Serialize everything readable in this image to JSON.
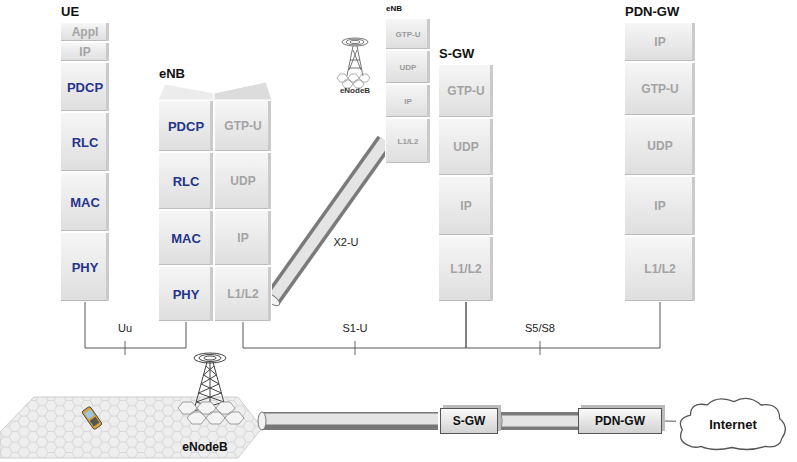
{
  "diagram": {
    "nodes": [
      {
        "text": [
          "UE"
        ]
      },
      {
        "text": [
          "Appl"
        ],
        "in": 0
      },
      {
        "text": [
          "IP"
        ],
        "in": 0
      },
      {
        "text": [
          "PDCP"
        ],
        "in": 0
      },
      {
        "text": [
          "RLC"
        ],
        "in": 0
      },
      {
        "text": [
          "MAC"
        ],
        "in": 0
      },
      {
        "text": [
          "PHY"
        ],
        "in": 0
      },
      {
        "text": [
          "eNB"
        ]
      },
      {
        "text": [
          "PDCP"
        ],
        "in": 7
      },
      {
        "text": [
          "GTP-U"
        ],
        "in": 7
      },
      {
        "text": [
          "RLC"
        ],
        "in": 7
      },
      {
        "text": [
          "UDP"
        ],
        "in": 7
      },
      {
        "text": [
          "MAC"
        ],
        "in": 7
      },
      {
        "text": [
          "IP"
        ],
        "in": 7
      },
      {
        "text": [
          "PHY"
        ],
        "in": 7
      },
      {
        "text": [
          "L1/L2"
        ],
        "in": 7
      },
      {
        "text": [
          "eNB"
        ]
      },
      {
        "text": [
          "GTP-U"
        ],
        "in": 16
      },
      {
        "text": [
          "UDP"
        ],
        "in": 16
      },
      {
        "text": [
          "IP"
        ],
        "in": 16
      },
      {
        "text": [
          "L1/L2"
        ],
        "in": 16
      },
      {
        "text": [
          "S-GW"
        ]
      },
      {
        "text": [
          "GTP-U"
        ],
        "in": 21
      },
      {
        "text": [
          "UDP"
        ],
        "in": 21
      },
      {
        "text": [
          "IP"
        ],
        "in": 21
      },
      {
        "text": [
          "L1/L2"
        ],
        "in": 21
      },
      {
        "text": [
          "PDN-GW"
        ]
      },
      {
        "text": [
          "IP"
        ],
        "in": 26
      },
      {
        "text": [
          "GTP-U"
        ],
        "in": 26
      },
      {
        "text": [
          "UDP"
        ],
        "in": 26
      },
      {
        "text": [
          "IP"
        ],
        "in": 26
      },
      {
        "text": [
          "L1/L2"
        ],
        "in": 26
      },
      {
        "text": [
          "S-GW"
        ]
      },
      {
        "text": [
          "PDN-GW"
        ]
      },
      {
        "text": [
          "Internet"
        ]
      }
    ],
    "edges": [
      {
        "from": 6,
        "to": 14,
        "arrow": "none",
        "label": "Uu"
      },
      {
        "from": 15,
        "to": 25,
        "arrow": "none",
        "label": "S1-U"
      },
      {
        "from": 25,
        "to": 31,
        "arrow": "none",
        "label": "S5/S8"
      },
      {
        "from": 15,
        "to": 20,
        "arrow": "none",
        "label": "X2-U"
      },
      {
        "from": 32,
        "to": 33,
        "arrow": "none"
      },
      {
        "from": 33,
        "to": 34,
        "arrow": "none"
      }
    ],
    "labels": [
      "eNodeB",
      "eNodeB"
    ]
  }
}
